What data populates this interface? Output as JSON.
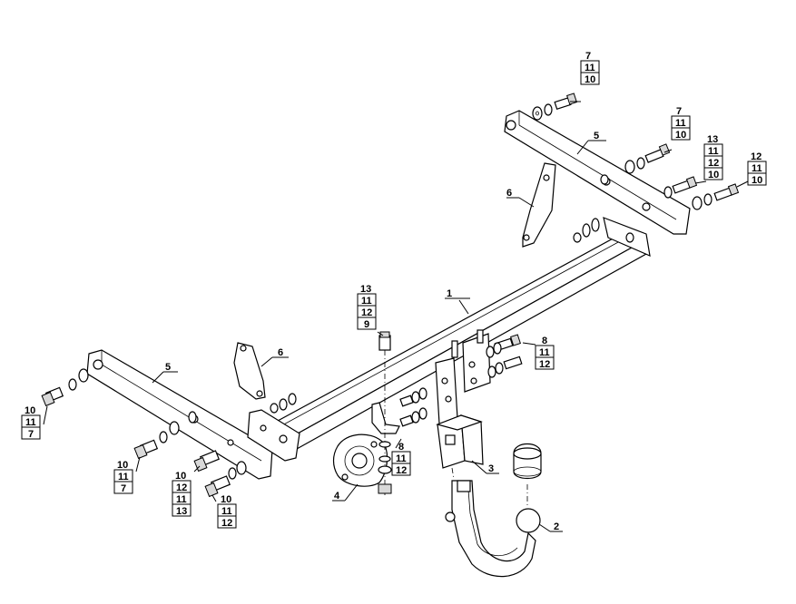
{
  "parts": {
    "p1": "1",
    "p2": "2",
    "p3": "3",
    "p4": "4",
    "p5_right": "5",
    "p5_left": "5",
    "p6_right": "6",
    "p6_left": "6"
  },
  "stacks": {
    "top_a": [
      "7",
      "11",
      "10"
    ],
    "top_b": [
      "7",
      "11",
      "10"
    ],
    "right_a": [
      "13",
      "11",
      "12",
      "10"
    ],
    "right_b": [
      "12",
      "11",
      "10"
    ],
    "center_top": [
      "13",
      "11",
      "12",
      "9"
    ],
    "center_right": [
      "8",
      "11",
      "12"
    ],
    "center_low": [
      "8",
      "11",
      "12"
    ],
    "left_a": [
      "10",
      "11",
      "7"
    ],
    "left_b": [
      "10",
      "11",
      "7"
    ],
    "left_c": [
      "10",
      "12",
      "11",
      "13"
    ],
    "left_d": [
      "10",
      "11",
      "12"
    ]
  }
}
